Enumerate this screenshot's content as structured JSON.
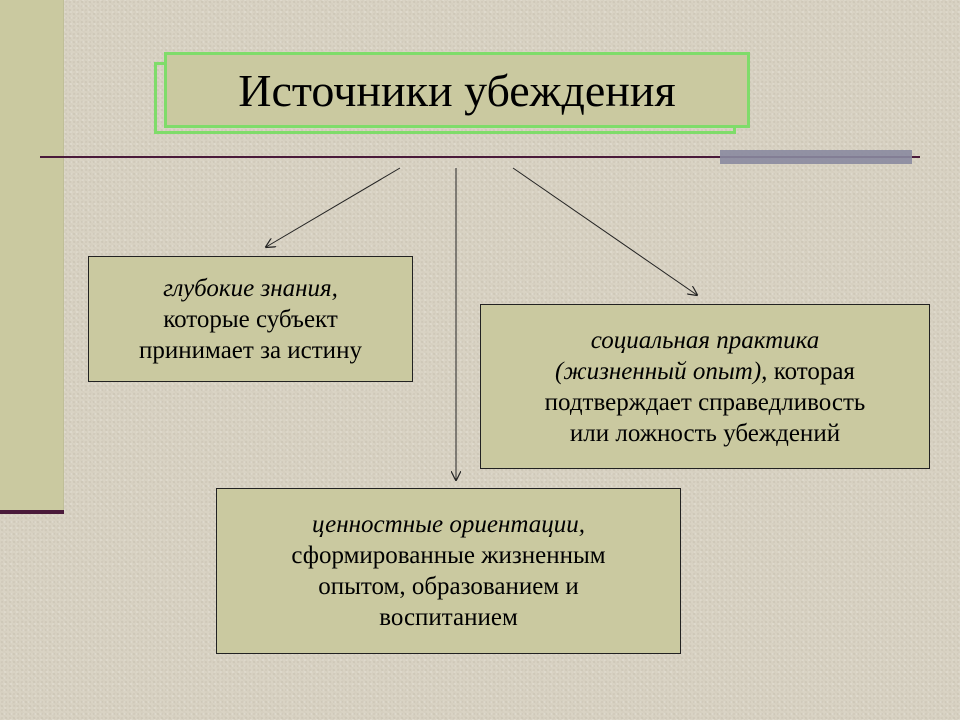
{
  "title": "Источники убеждения",
  "boxes": {
    "knowledge": {
      "lead": "глубокие знания,",
      "line2": "которые субъект",
      "line3": "принимает за истину"
    },
    "practice": {
      "lead": "социальная практика",
      "line2_italic": "(жизненный опыт),",
      "line2_rest": " которая",
      "line3": "подтверждает справедливость",
      "line4": "или ложность убеждений"
    },
    "values": {
      "lead": "ценностные ориентации,",
      "line2": "сформированные жизненным",
      "line3": "опытом, образованием и",
      "line4": "воспитанием"
    }
  },
  "colors": {
    "box_fill": "#cac9a0",
    "title_border": "#7fdc6a",
    "rule": "#4a1a3a",
    "background": "#d9d3c4"
  }
}
